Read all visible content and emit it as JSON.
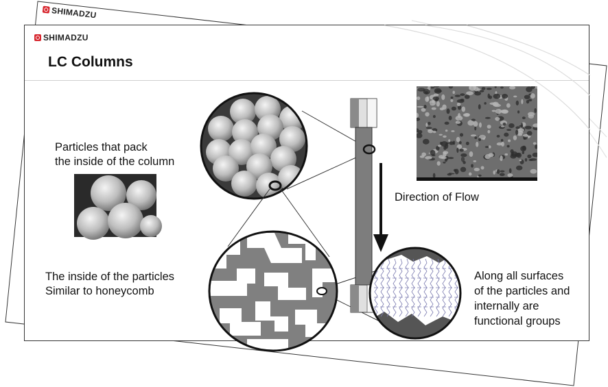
{
  "brand": {
    "name": "SHIMADZU",
    "color": "#d7262e"
  },
  "slide": {
    "title": "LC Columns"
  },
  "labels": {
    "particles_pack": [
      "Particles that pack",
      "the inside of the column"
    ],
    "direction_of_flow": "Direction of Flow",
    "inside_particles": [
      "The inside of the particles",
      "Similar to honeycomb"
    ],
    "functional_groups": [
      "Along all surfaces",
      "of the particles and",
      "internally are",
      "functional groups"
    ]
  }
}
